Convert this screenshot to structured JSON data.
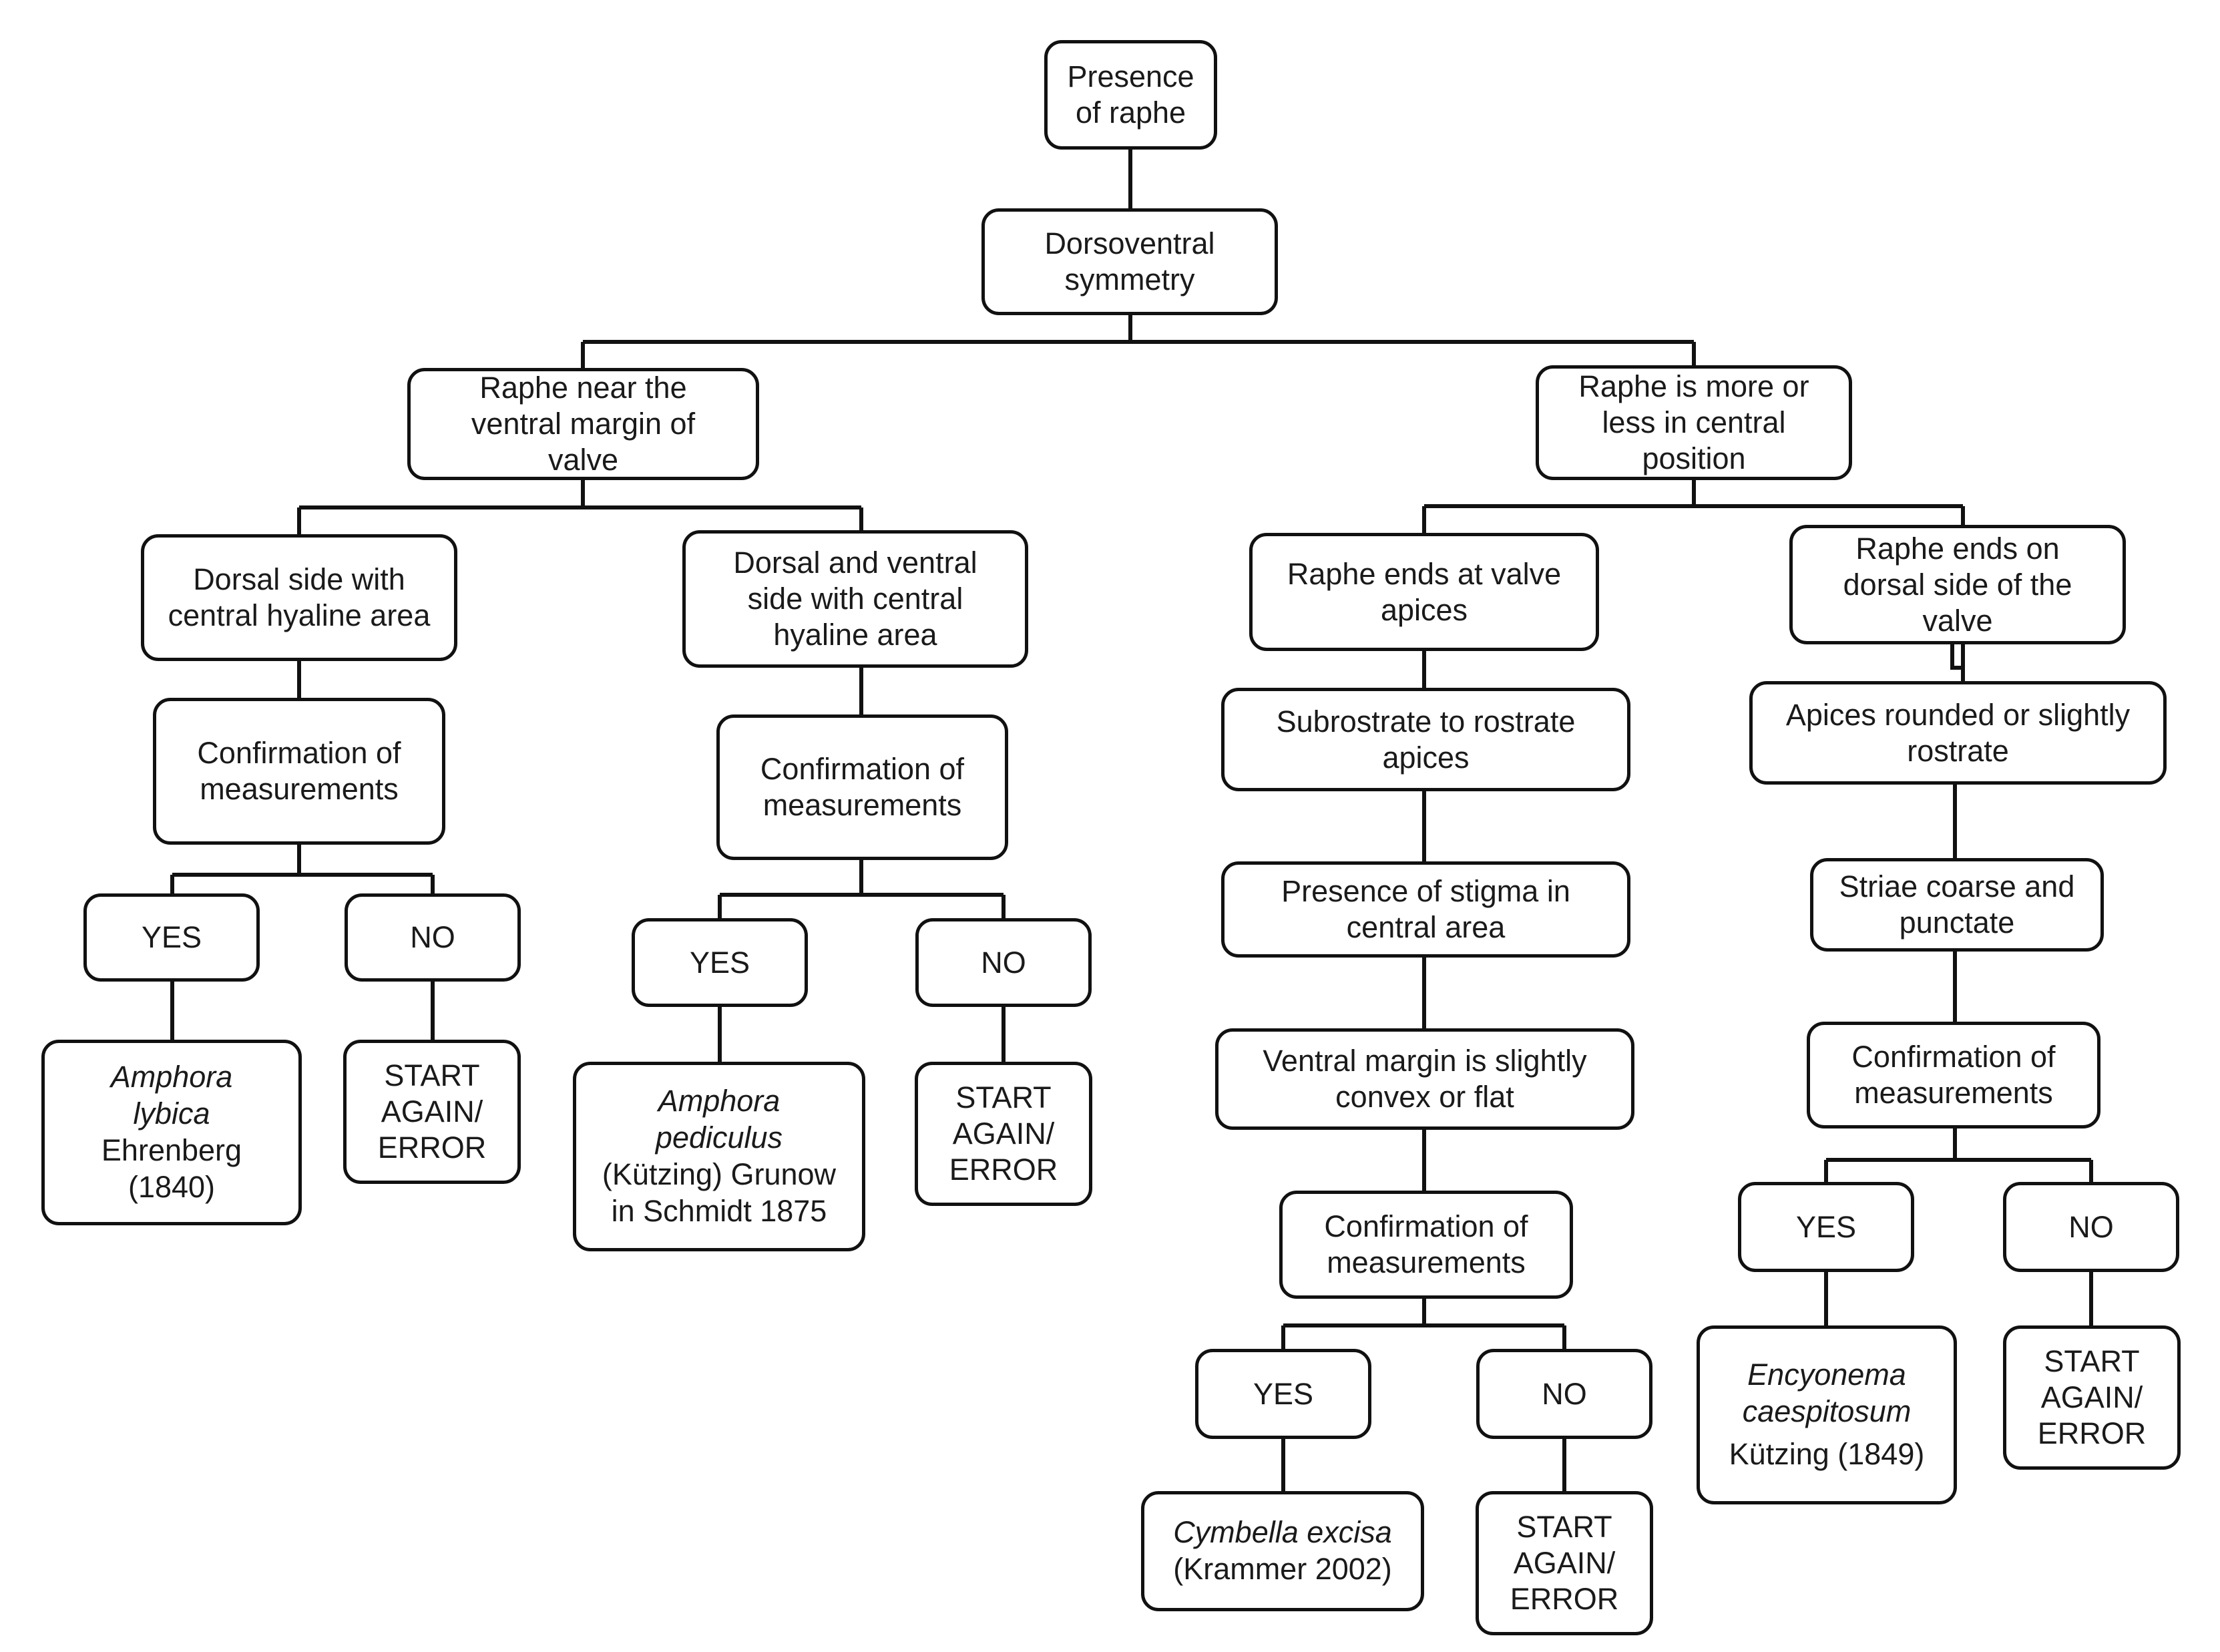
{
  "diagram": {
    "title": "Dichotomous key for diatom identification",
    "type": "flowchart",
    "line_color": "#111111",
    "box_fill": "#ffffff",
    "text_color": "#1a1a1a"
  },
  "nodes": {
    "root": {
      "lines": [
        "Presence",
        "of raphe"
      ]
    },
    "symmetry": {
      "lines": [
        "Dorsoventral",
        "symmetry"
      ]
    },
    "raphe_ventral": {
      "lines": [
        "Raphe near the",
        "ventral margin of",
        "valve"
      ]
    },
    "raphe_central": {
      "lines": [
        "Raphe is more or",
        "less in central",
        "position"
      ]
    },
    "dorsal_side": {
      "lines": [
        "Dorsal side with",
        "central hyaline area"
      ]
    },
    "dorsal_ventral_side": {
      "lines": [
        "Dorsal and ventral",
        "side with central",
        "hyaline area"
      ]
    },
    "raphe_apices": {
      "lines": [
        "Raphe ends at valve",
        "apices"
      ]
    },
    "raphe_dorsal": {
      "lines": [
        "Raphe ends on",
        "dorsal  side of the",
        "valve"
      ]
    },
    "confirm_1": {
      "lines": [
        "Confirmation of",
        "measurements"
      ]
    },
    "confirm_2": {
      "lines": [
        "Confirmation of",
        "measurements"
      ]
    },
    "confirm_3": {
      "lines": [
        "Confirmation of",
        "measurements"
      ]
    },
    "confirm_4": {
      "lines": [
        "Confirmation of",
        "measurements"
      ]
    },
    "subrostrate": {
      "lines": [
        "Subrostrate to rostrate",
        "apices"
      ]
    },
    "stigma": {
      "lines": [
        "Presence of stigma in",
        "central area"
      ]
    },
    "ventral_margin": {
      "lines": [
        "Ventral margin is slightly",
        "convex or flat"
      ]
    },
    "apices_rounded": {
      "lines": [
        "Apices rounded or slightly",
        "rostrate"
      ]
    },
    "striae": {
      "lines": [
        "Striae coarse and",
        "punctate"
      ]
    },
    "yes_1": {
      "lines": [
        "YES"
      ]
    },
    "no_1": {
      "lines": [
        "NO"
      ]
    },
    "yes_2": {
      "lines": [
        "YES"
      ]
    },
    "no_2": {
      "lines": [
        "NO"
      ]
    },
    "yes_3": {
      "lines": [
        "YES"
      ]
    },
    "no_3": {
      "lines": [
        "NO"
      ]
    },
    "yes_4": {
      "lines": [
        "YES"
      ]
    },
    "no_4": {
      "lines": [
        "NO"
      ]
    },
    "amphora_lybica": {
      "lines": [
        "Amphora",
        "lybica",
        "Ehrenberg",
        "(1840)"
      ],
      "italic_lines": [
        0,
        1
      ]
    },
    "amphora_pediculus": {
      "lines": [
        "Amphora",
        "pediculus",
        "(Kützing) Grunow",
        "in Schmidt 1875"
      ],
      "italic_lines": [
        0,
        1
      ]
    },
    "cymbella_excisa": {
      "lines": [
        "Cymbella excisa",
        "(Krammer 2002)"
      ],
      "italic_lines": [
        0
      ]
    },
    "encyonema_caespitosum": {
      "lines": [
        "Encyonema",
        "caespitosum",
        "",
        "Kützing (1849)"
      ],
      "italic_lines": [
        0,
        1
      ]
    },
    "error_1": {
      "lines": [
        "START",
        "AGAIN/",
        "ERROR"
      ]
    },
    "error_2": {
      "lines": [
        "START",
        "AGAIN/",
        "ERROR"
      ]
    },
    "error_3": {
      "lines": [
        "START",
        "AGAIN/",
        "ERROR"
      ]
    },
    "error_4": {
      "lines": [
        "START",
        "AGAIN/",
        "ERROR"
      ]
    }
  }
}
